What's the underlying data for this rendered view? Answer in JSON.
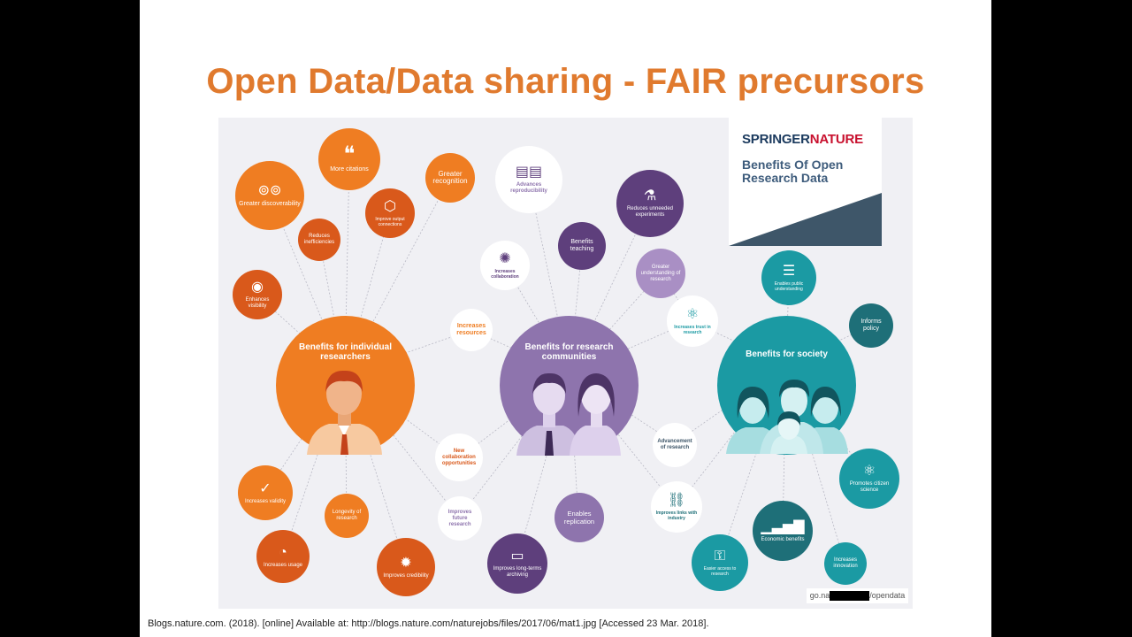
{
  "slide": {
    "title": "Open Data/Data sharing - FAIR precursors",
    "citation": "Blogs.nature.com. (2018). [online] Available at: http://blogs.nature.com/naturejobs/files/2017/06/mat1.jpg [Accessed 23 Mar. 2018]."
  },
  "panel": {
    "brand_first": "SPRINGER",
    "brand_second": "NATURE",
    "subtitle_line1": "Benefits Of Open",
    "subtitle_line2": "Research Data",
    "link_prefix": "go.na",
    "link_suffix": "/opendata"
  },
  "hubs": {
    "individual": "Benefits for individual researchers",
    "community": "Benefits for research communities",
    "society": "Benefits for society"
  },
  "nodes": {
    "greater_discoverability": "Greater discoverability",
    "more_citations": "More citations",
    "greater_recognition": "Greater recognition",
    "reduces_inefficiencies": "Reduces inefficiencies",
    "improve_output_connections": "Improve output connections",
    "enhances_visibility": "Enhances visibility",
    "increases_resources": "Increases resources",
    "advances_reproducibility": "Advances reproducibility",
    "reduces_unneeded_experiments": "Reduces unneeded experiments",
    "benefits_teaching": "Benefits teaching",
    "increases_collaboration": "Increases collaboration",
    "greater_understanding": "Greater understanding of research",
    "increases_trust": "Increases trust in research",
    "enables_public_understanding": "Enables public understanding",
    "informs_policy": "Informs policy",
    "new_collaboration": "New collaboration opportunities",
    "advancement_of_research": "Advancement of research",
    "increases_validity": "Increases validity",
    "longevity_of_research": "Longevity of research",
    "improves_future_research": "Improves future research",
    "enables_replication": "Enables replication",
    "improves_links_industry": "Improves links with industry",
    "promotes_citizen_science": "Promotes citizen science",
    "increases_usage": "Increases usage",
    "improves_credibility": "Improves credibility",
    "improves_long_term_archiving": "Improves long-terms archiving",
    "easier_access": "Easier access to research",
    "economic_benefits": "Economic benefits",
    "increases_innovation": "Increases innovation"
  },
  "colors": {
    "orange": "#ef7d22",
    "orange_dark": "#d9591b",
    "purple": "#8e74ad",
    "purple_dark": "#5e3f7c",
    "purple_light": "#a98fc4",
    "teal": "#1b9aa3",
    "teal_dark": "#1e6f78",
    "slate": "#3e5669",
    "title": "#e07a2e"
  }
}
